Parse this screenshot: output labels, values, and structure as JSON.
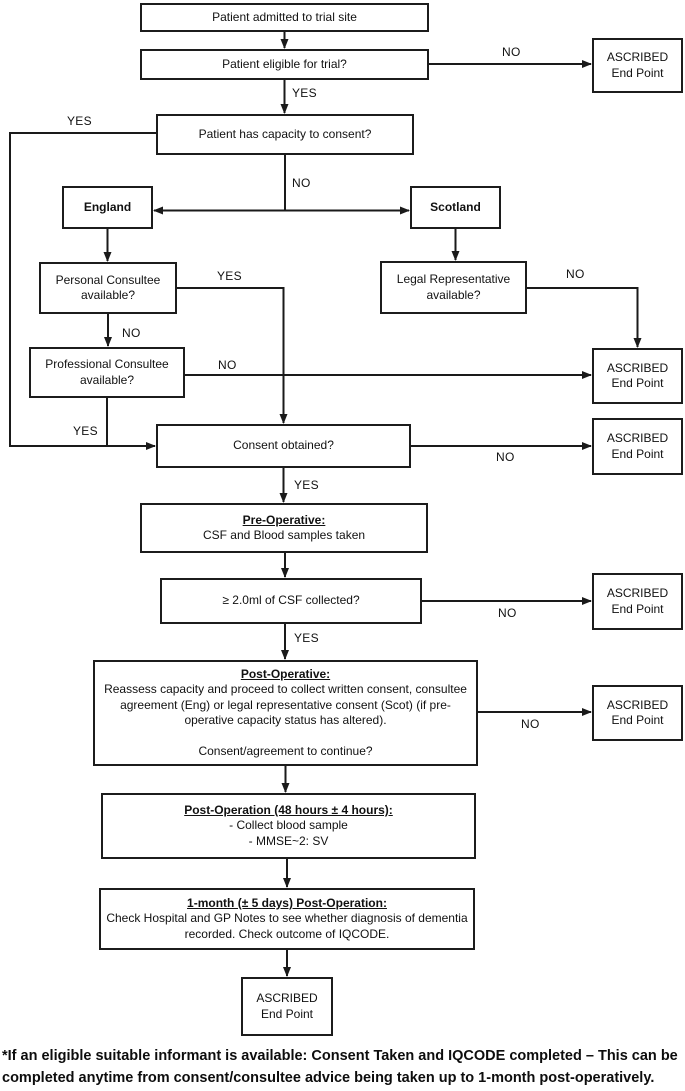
{
  "diagram": {
    "nodes": {
      "admitted": "Patient admitted to trial site",
      "eligible": "Patient eligible for trial?",
      "capacity": "Patient has capacity to consent?",
      "england": "England",
      "scotland": "Scotland",
      "personal_consultee": "Personal Consultee available?",
      "legal_representative": "Legal Representative available?",
      "professional_consultee": "Professional Consultee available?",
      "consent": "Consent obtained?",
      "pre_operative": {
        "heading": "Pre-Operative:",
        "body": "CSF and Blood samples taken"
      },
      "csf": "≥ 2.0ml of CSF collected?",
      "post_operative": {
        "heading": "Post-Operative:",
        "body": "Reassess capacity and proceed to collect written consent, consultee agreement (Eng) or legal representative consent (Scot) (if pre-operative capacity status has altered).",
        "question": "Consent/agreement to continue?"
      },
      "post_operation_48h": {
        "heading": "Post-Operation (48 hours ± 4 hours):",
        "item1": "- Collect blood sample",
        "item2": "- MMSE~2: SV"
      },
      "one_month": {
        "heading": "1-month (± 5 days) Post-Operation:",
        "body": "Check Hospital and GP Notes to see whether diagnosis of dementia recorded. Check outcome of IQCODE."
      },
      "endpoint": {
        "line1": "ASCRIBED",
        "line2": "End Point"
      }
    },
    "edge_labels": {
      "eligible_no": "NO",
      "eligible_yes": "YES",
      "capacity_yes": "YES",
      "capacity_no": "NO",
      "personal_yes": "YES",
      "personal_no": "NO",
      "professional_no": "NO",
      "professional_yes": "YES",
      "legal_rep_no": "NO",
      "consent_no": "NO",
      "consent_yes": "YES",
      "csf_no": "NO",
      "csf_yes": "YES",
      "post_operative_no": "NO"
    },
    "footnote_line1": "*If an eligible suitable informant is available: Consent Taken and IQCODE completed – This can be",
    "footnote_line2": "completed anytime from consent/consultee advice being taken up to 1-month post-operatively."
  }
}
